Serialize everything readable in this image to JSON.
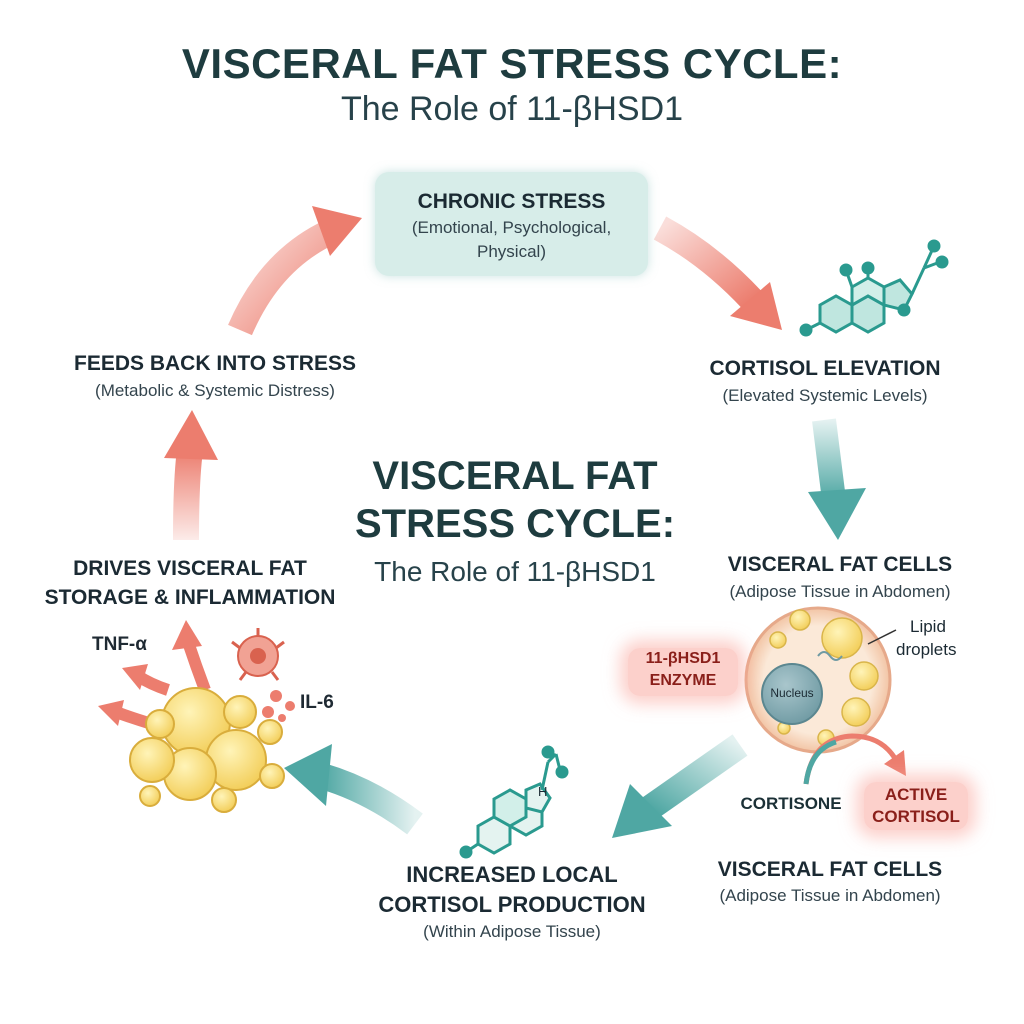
{
  "title": {
    "main": "VISCERAL FAT STRESS CYCLE:",
    "sub": "The Role of 11-βHSD1"
  },
  "center": {
    "title_line1": "VISCERAL FAT",
    "title_line2": "STRESS CYCLE:",
    "sub": "The Role of 11-βHSD1"
  },
  "nodes": {
    "chronic_stress": {
      "title": "CHRONIC STRESS",
      "sub_line1": "(Emotional, Psychological,",
      "sub_line2": "Physical)"
    },
    "cortisol_elevation": {
      "title": "CORTISOL ELEVATION",
      "sub": "(Elevated Systemic Levels)"
    },
    "visceral_fat_cells_top": {
      "title": "VISCERAL FAT CELLS",
      "sub": "(Adipose Tissue in Abdomen)"
    },
    "visceral_fat_cells_bottom": {
      "title": "VISCERAL FAT CELLS",
      "sub": "(Adipose Tissue in Abdomen)"
    },
    "local_cortisol": {
      "title_line1": "INCREASED LOCAL",
      "title_line2": "CORTISOL PRODUCTION",
      "sub": "(Within Adipose Tissue)"
    },
    "drives_storage": {
      "title_line1": "DRIVES VISCERAL FAT",
      "title_line2": "STORAGE & INFLAMMATION"
    },
    "feeds_back": {
      "title": "FEEDS BACK INTO STRESS",
      "sub": "(Metabolic & Systemic Distress)"
    }
  },
  "cell_labels": {
    "lipid_line1": "Lipid",
    "lipid_line2": "droplets",
    "nucleus": "Nucleus",
    "enzyme_line1": "11-βHSD1",
    "enzyme_line2": "ENZYME",
    "cortisone": "CORTISONE",
    "active_line1": "ACTIVE",
    "active_line2": "CORTISOL"
  },
  "inflammation_labels": {
    "tnf": "TNF-α",
    "il6": "IL-6"
  },
  "molecule_labels": {
    "h": "H"
  },
  "colors": {
    "red_arrow": "#ec7d6e",
    "teal_arrow": "#4fa7a3",
    "stress_box": "#d7ede9",
    "fat_yellow": "#f6d870",
    "title_dark": "#1e3c3f"
  },
  "icons": [
    "steroid-molecule-icon",
    "fat-cell-icon",
    "immune-cell-icon",
    "fat-cluster-icon"
  ]
}
